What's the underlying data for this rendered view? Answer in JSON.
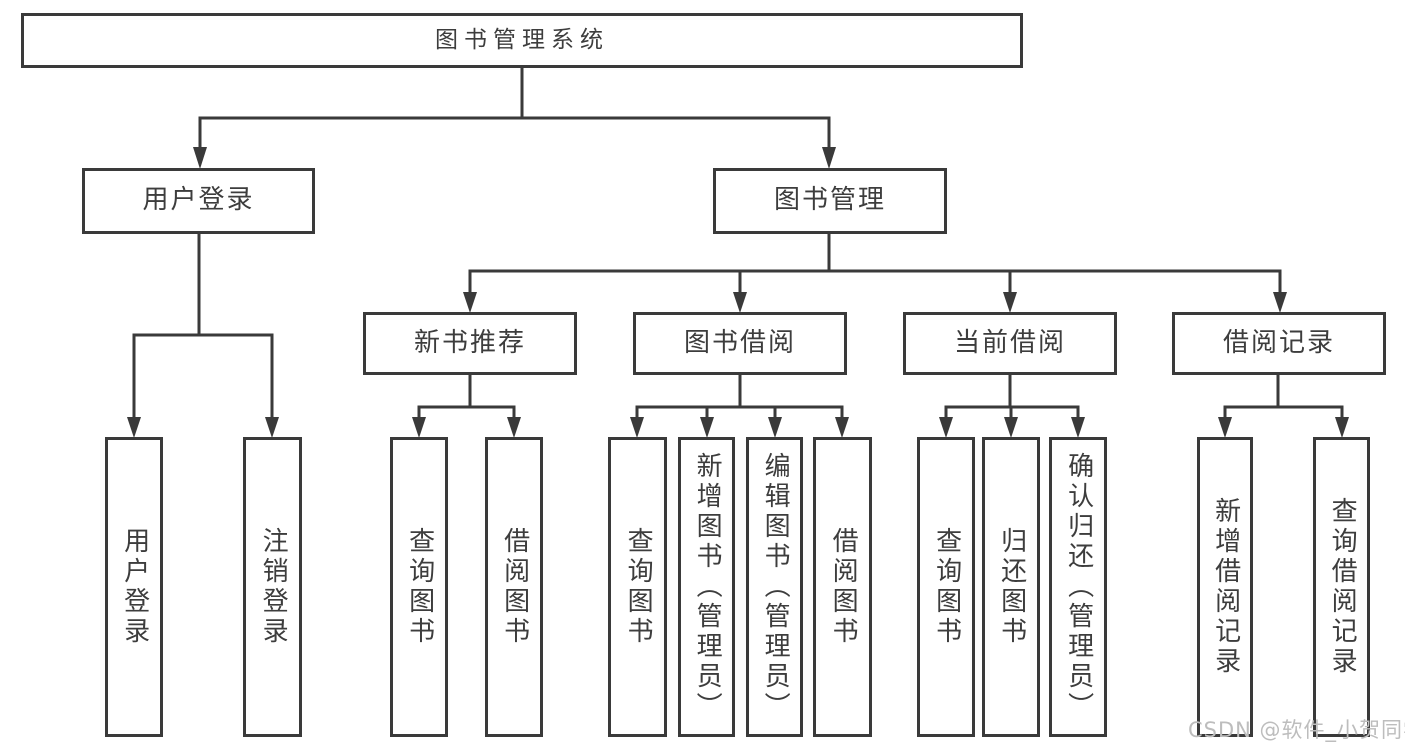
{
  "diagram_title": "图书管理系统",
  "nodes": {
    "root": {
      "label": "图书管理系统"
    },
    "l2": [
      {
        "label": "用户登录"
      },
      {
        "label": "图书管理"
      }
    ],
    "l3": [
      {
        "label": "新书推荐"
      },
      {
        "label": "图书借阅"
      },
      {
        "label": "当前借阅"
      },
      {
        "label": "借阅记录"
      }
    ],
    "l4": [
      {
        "label": "用户登录"
      },
      {
        "label": "注销登录"
      },
      {
        "label": "查询图书"
      },
      {
        "label": "借阅图书"
      },
      {
        "label": "查询图书"
      },
      {
        "label": "新增图书（管理员）"
      },
      {
        "label": "编辑图书（管理员）"
      },
      {
        "label": "借阅图书"
      },
      {
        "label": "查询图书"
      },
      {
        "label": "归还图书"
      },
      {
        "label": "确认归还（管理员）"
      },
      {
        "label": "新增借阅记录"
      },
      {
        "label": "查询借阅记录"
      }
    ]
  },
  "hierarchy": {
    "图书管理系统": [
      "用户登录",
      "图书管理"
    ],
    "用户登录": [
      "用户登录",
      "注销登录"
    ],
    "图书管理": [
      "新书推荐",
      "图书借阅",
      "当前借阅",
      "借阅记录"
    ],
    "新书推荐": [
      "查询图书",
      "借阅图书"
    ],
    "图书借阅": [
      "查询图书",
      "新增图书（管理员）",
      "编辑图书（管理员）",
      "借阅图书"
    ],
    "当前借阅": [
      "查询图书",
      "归还图书",
      "确认归还（管理员）"
    ],
    "借阅记录": [
      "新增借阅记录",
      "查询借阅记录"
    ]
  },
  "watermark": "CSDN @软件_小贺同学",
  "colors": {
    "line": "#3a3a3a",
    "border": "#3a3a3a",
    "text": "#3d3d3d",
    "background": "#ffffff",
    "watermark": "#bdbdbd"
  }
}
